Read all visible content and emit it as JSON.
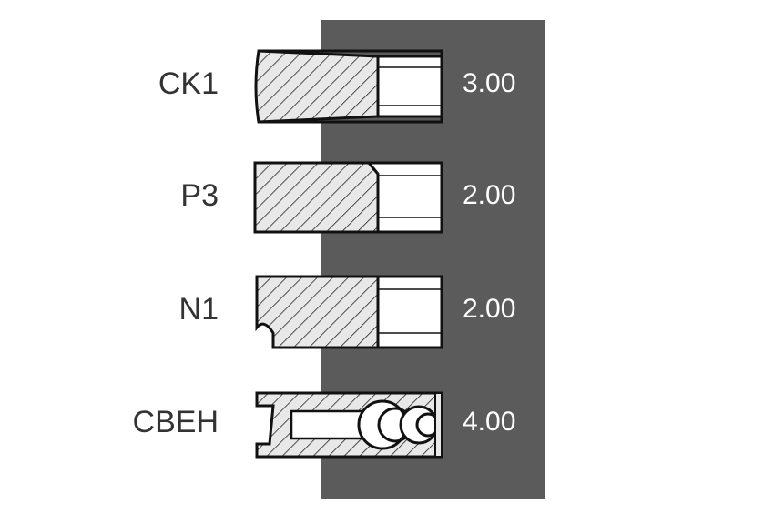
{
  "rings": [
    {
      "name": "CK1",
      "size": "3.00",
      "profile": "tapered"
    },
    {
      "name": "P3",
      "size": "2.00",
      "profile": "rectangular-chamfer"
    },
    {
      "name": "N1",
      "size": "2.00",
      "profile": "napier-hook"
    },
    {
      "name": "CBEH",
      "size": "4.00",
      "profile": "oil-control-expander"
    }
  ],
  "colors": {
    "panel": "#5b5b5b",
    "ring_fill": "#e8e8e8",
    "outline": "#111111",
    "name_text": "#333333",
    "size_text": "#ffffff"
  }
}
